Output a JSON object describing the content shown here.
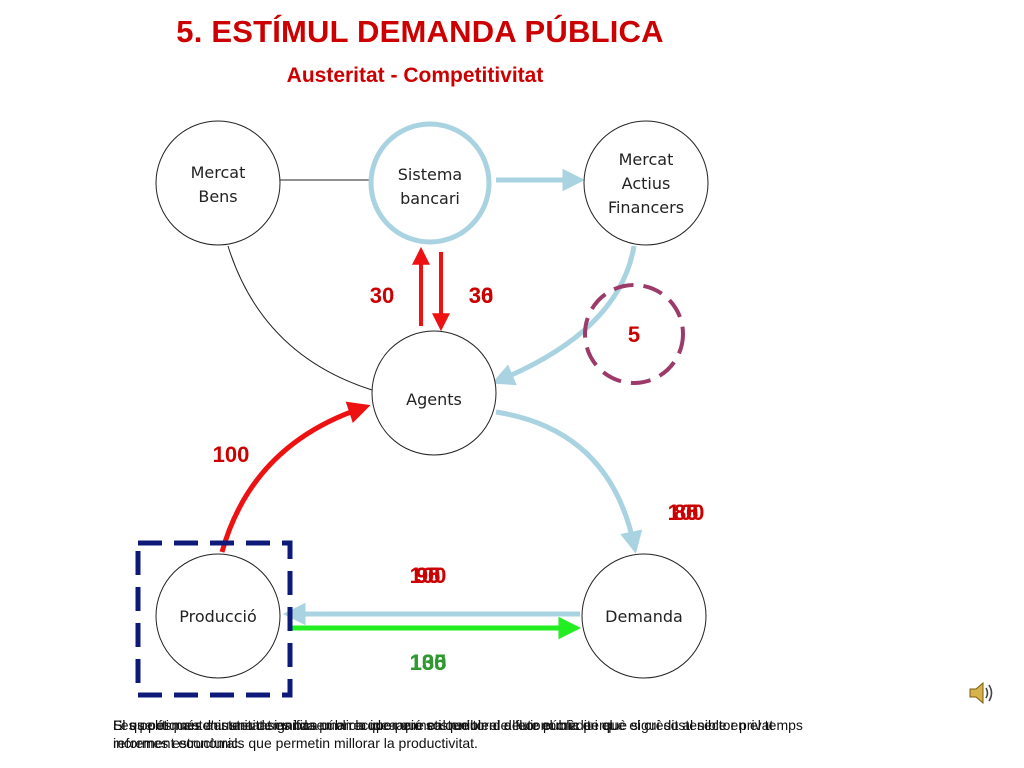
{
  "slide": {
    "title": "5. ESTÍMUL DEMANDA PÚBLICA",
    "subtitle": "Austeritat - Competitivitat"
  },
  "nodes": {
    "mercat_bens": [
      "Mercat",
      "Bens"
    ],
    "sistema_bancari": [
      "Sistema",
      "bancari"
    ],
    "mercat_actius": [
      "Mercat",
      "Actius",
      "Financers"
    ],
    "agents": [
      "Agents"
    ],
    "produccio": [
      "Producció"
    ],
    "demanda": [
      "Demanda"
    ]
  },
  "flows": {
    "credit_up": "30",
    "credit_down": [
      "36",
      "30"
    ],
    "financial_return": "5",
    "production_income": "100",
    "agents_demand": [
      "100",
      "85",
      "80"
    ],
    "upper_overlap": [
      "100",
      "95",
      "90"
    ],
    "lower_overlap": [
      "100",
      "130",
      "135"
    ]
  },
  "captions": {
    "line1": [
      "El que és més austeritat significa una recuperació sostenible de l'economia en que el crèdit al sector privat",
      "Les polítiques d'austeritat es basen en la idea que cal reduir el deute públic perquè sigui sostenible en el temps",
      "Si es pot mantenir una demanda pública que permeti que torni a fluir el crèdit i el"
    ],
    "line2": [
      "increment econòmic.",
      "reformes estructurals que permetin millorar la productivitat."
    ]
  },
  "colors": {
    "title": "#cc0000",
    "flow_red": "#ee1111",
    "flow_lightblue": "#a9d3e0",
    "flow_green": "#22ee22",
    "number_red": "#cc0000",
    "number_green": "#2e9a2e",
    "highlight_circle": "#9c3a6a",
    "produccio_box": "#0d1a7a",
    "sistema_ring": "#a9d3e0"
  },
  "icons": {
    "speaker": "speaker-icon"
  }
}
